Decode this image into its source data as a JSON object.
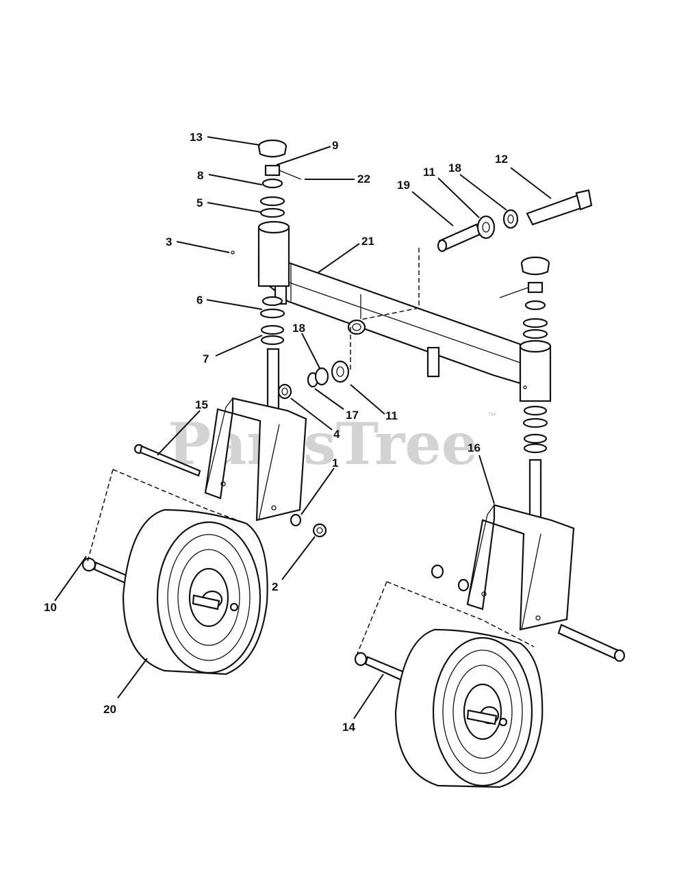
{
  "watermark": {
    "text": "PartsTree",
    "tm": "™"
  },
  "callouts": [
    {
      "id": "13",
      "text": "13"
    },
    {
      "id": "9",
      "text": "9"
    },
    {
      "id": "22",
      "text": "22"
    },
    {
      "id": "8",
      "text": "8"
    },
    {
      "id": "5",
      "text": "5"
    },
    {
      "id": "3",
      "text": "3"
    },
    {
      "id": "21",
      "text": "21"
    },
    {
      "id": "6",
      "text": "6"
    },
    {
      "id": "7",
      "text": "7"
    },
    {
      "id": "18a",
      "text": "18"
    },
    {
      "id": "17",
      "text": "17"
    },
    {
      "id": "11a",
      "text": "11"
    },
    {
      "id": "4",
      "text": "4"
    },
    {
      "id": "15",
      "text": "15"
    },
    {
      "id": "1",
      "text": "1"
    },
    {
      "id": "2",
      "text": "2"
    },
    {
      "id": "10",
      "text": "10"
    },
    {
      "id": "20",
      "text": "20"
    },
    {
      "id": "19",
      "text": "19"
    },
    {
      "id": "11b",
      "text": "11"
    },
    {
      "id": "18b",
      "text": "18"
    },
    {
      "id": "12",
      "text": "12"
    },
    {
      "id": "16",
      "text": "16"
    },
    {
      "id": "14",
      "text": "14"
    }
  ]
}
